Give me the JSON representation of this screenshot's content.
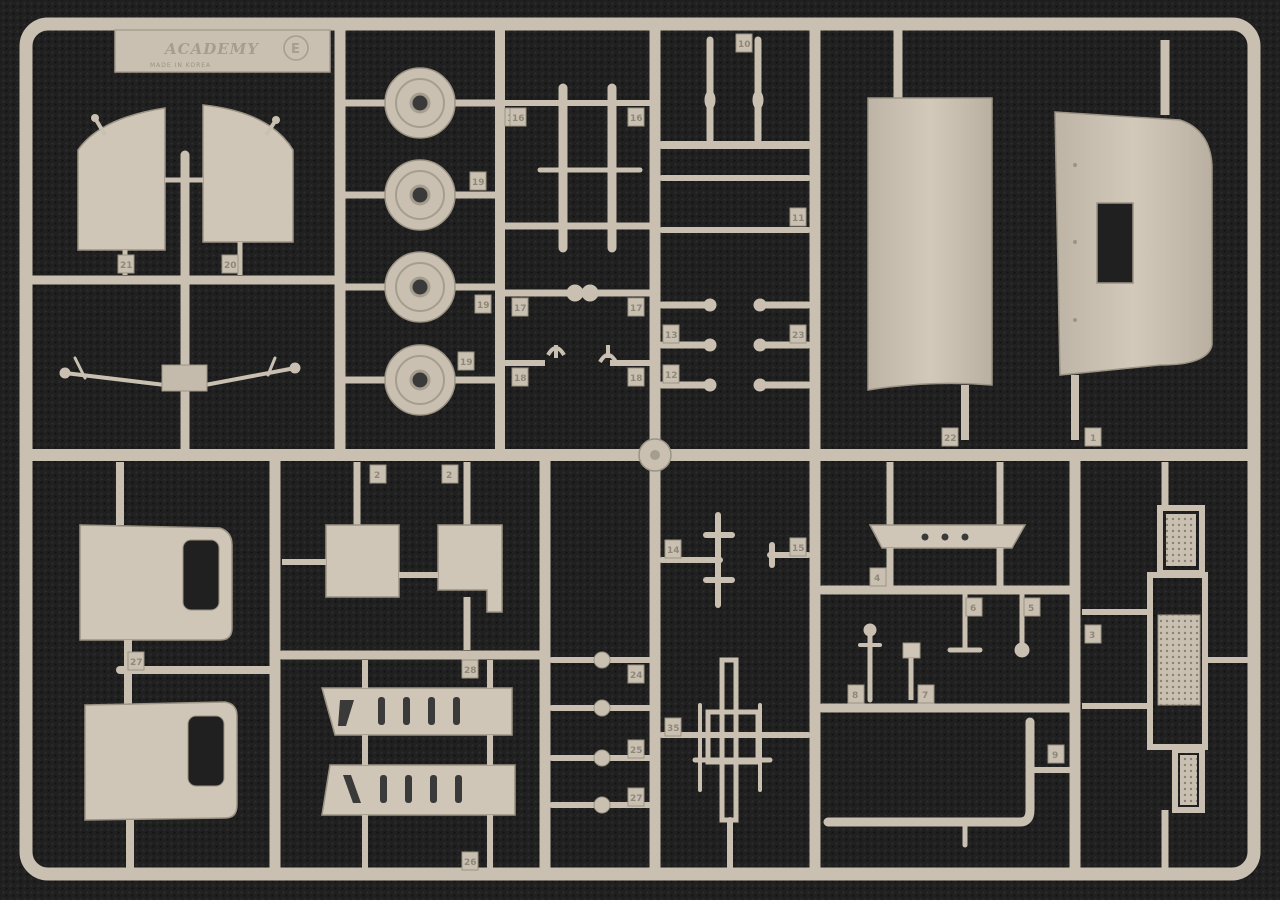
{
  "sprue": {
    "brand": "ACADEMY",
    "brand_subtitle": "MADE IN KOREA",
    "frame_letter": "E",
    "plastic_color": "#c9c0b1",
    "shadow_color": "#9b9384",
    "background_color": "#202020"
  },
  "part_tags": {
    "door_left": "21",
    "door_right": "20",
    "wheel_1": "19",
    "wheel_2": "19",
    "wheel_3": "19",
    "wheel_4": "19",
    "rack_1": "16",
    "rack_2": "16",
    "rod_17a": "17",
    "rod_17b": "17",
    "hook_18a": "18",
    "hook_18b": "18",
    "top_10": "10",
    "rod_11": "11",
    "pin_13": "13",
    "pin_12": "12",
    "pin_23": "23",
    "panel_left": "22",
    "panel_right": "1",
    "block_2a": "2",
    "block_2b": "2",
    "grille_28": "28",
    "grille_26": "26",
    "disc_24": "24",
    "disc_25": "25",
    "disc_27": "27",
    "cab_side_27": "27",
    "cross_14": "14",
    "cross_15": "15",
    "axle_35": "35",
    "bumper_4": "4",
    "lamp_6": "6",
    "lamp_5": "5",
    "lever_8": "8",
    "post_7": "7",
    "pipe_9": "9",
    "step_3": "3"
  }
}
